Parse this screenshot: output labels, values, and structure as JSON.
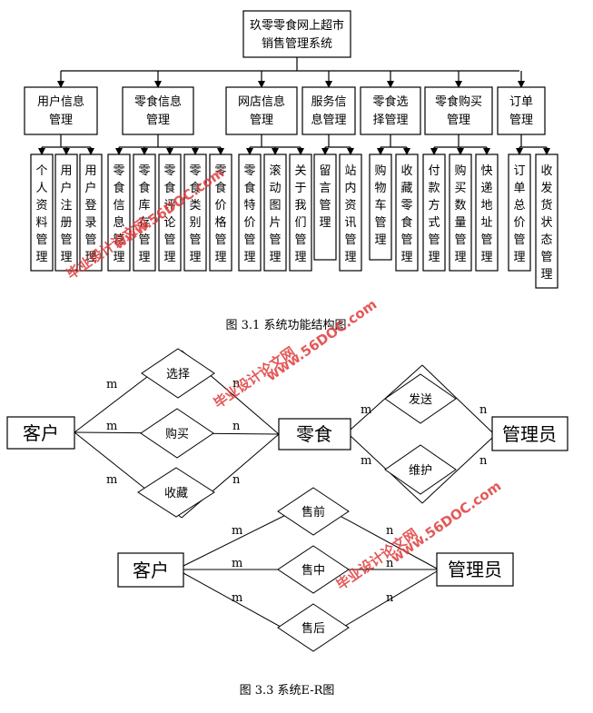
{
  "root": {
    "line1": "玖零零食网上超市",
    "line2": "销售管理系统"
  },
  "modules": [
    {
      "label1": "用户信息",
      "label2": "管理",
      "children": [
        "个人资料管理",
        "用户注册管理",
        "用户登录管理"
      ]
    },
    {
      "label1": "零食信息",
      "label2": "管理",
      "children": [
        "零食信息管理",
        "零食库存管理",
        "零食评论管理",
        "零食类别管理",
        "零食价格管理"
      ]
    },
    {
      "label1": "网店信息",
      "label2": "管理",
      "children": [
        "零食特价管理",
        "滚动图片管理",
        "关于我们管理"
      ]
    },
    {
      "label1": "服务信",
      "label2": "息管理",
      "children": [
        "留言管理",
        "站内资讯管理"
      ]
    },
    {
      "label1": "零食选",
      "label2": "择管理",
      "children": [
        "购物车管理",
        "收藏零食管理"
      ]
    },
    {
      "label1": "零食购买",
      "label2": "管理",
      "children": [
        "付款方式管理",
        "购买数量管理",
        "快递地址管理"
      ]
    },
    {
      "label1": "订单",
      "label2": "管理",
      "children": [
        "订单总价管理",
        "收发货状态管理"
      ]
    }
  ],
  "caption1": "图 3.1   系统功能结构图",
  "er1": {
    "left_entity": "客户",
    "center_entity": "零食",
    "right_entity": "管理员",
    "left_relations": [
      "选择",
      "购买",
      "收藏"
    ],
    "right_relations": [
      "发送",
      "维护"
    ],
    "m_label": "m",
    "n_label": "n"
  },
  "er2": {
    "left_entity": "客户",
    "right_entity": "管理员",
    "relations": [
      "售前",
      "售中",
      "售后"
    ],
    "m_label": "m",
    "n_label": "n"
  },
  "caption2": "图 3.3   系统E-R图",
  "watermark": {
    "text1": "毕业设计论文网",
    "text2": "www.56DOC.com"
  },
  "colors": {
    "line": "#000000",
    "watermark": "#e03a3a"
  }
}
